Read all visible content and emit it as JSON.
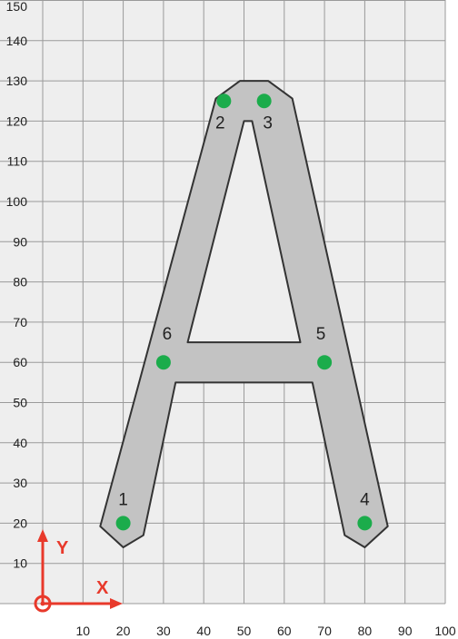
{
  "grid": {
    "x_ticks": [
      10,
      20,
      30,
      40,
      50,
      60,
      70,
      80,
      90,
      100
    ],
    "y_ticks": [
      10,
      20,
      30,
      40,
      50,
      60,
      70,
      80,
      90,
      100,
      110,
      120,
      130,
      140,
      150
    ],
    "x_range": [
      0,
      100
    ],
    "y_range": [
      0,
      150
    ]
  },
  "letter_shape": {
    "outline_points": [
      [
        14.3,
        19.2
      ],
      [
        43.0,
        125.6
      ],
      [
        49.0,
        130.0
      ],
      [
        56.0,
        130.0
      ],
      [
        62.0,
        125.6
      ],
      [
        85.7,
        19.2
      ],
      [
        80.0,
        14.0
      ],
      [
        75.0,
        17.0
      ],
      [
        67.0,
        55.0
      ],
      [
        33.0,
        55.0
      ],
      [
        25.0,
        17.0
      ],
      [
        20.0,
        14.0
      ]
    ],
    "crossbar_hole": [
      [
        36.0,
        65.0
      ],
      [
        64.0,
        65.0
      ],
      [
        52.0,
        120.0
      ],
      [
        50.0,
        120.0
      ]
    ]
  },
  "points": [
    {
      "label": "1",
      "x": 20,
      "y": 20
    },
    {
      "label": "2",
      "x": 45,
      "y": 125
    },
    {
      "label": "3",
      "x": 55,
      "y": 125
    },
    {
      "label": "4",
      "x": 80,
      "y": 20
    },
    {
      "label": "5",
      "x": 70,
      "y": 60
    },
    {
      "label": "6",
      "x": 30,
      "y": 60
    }
  ],
  "axes": {
    "x_label": "X",
    "y_label": "Y"
  },
  "colors": {
    "grid_background": "#eeeeee",
    "letter_fill": "#c3c3c3",
    "letter_stroke": "#333333",
    "point_fill": "#1bac4b",
    "axis_color": "#e8392b"
  }
}
